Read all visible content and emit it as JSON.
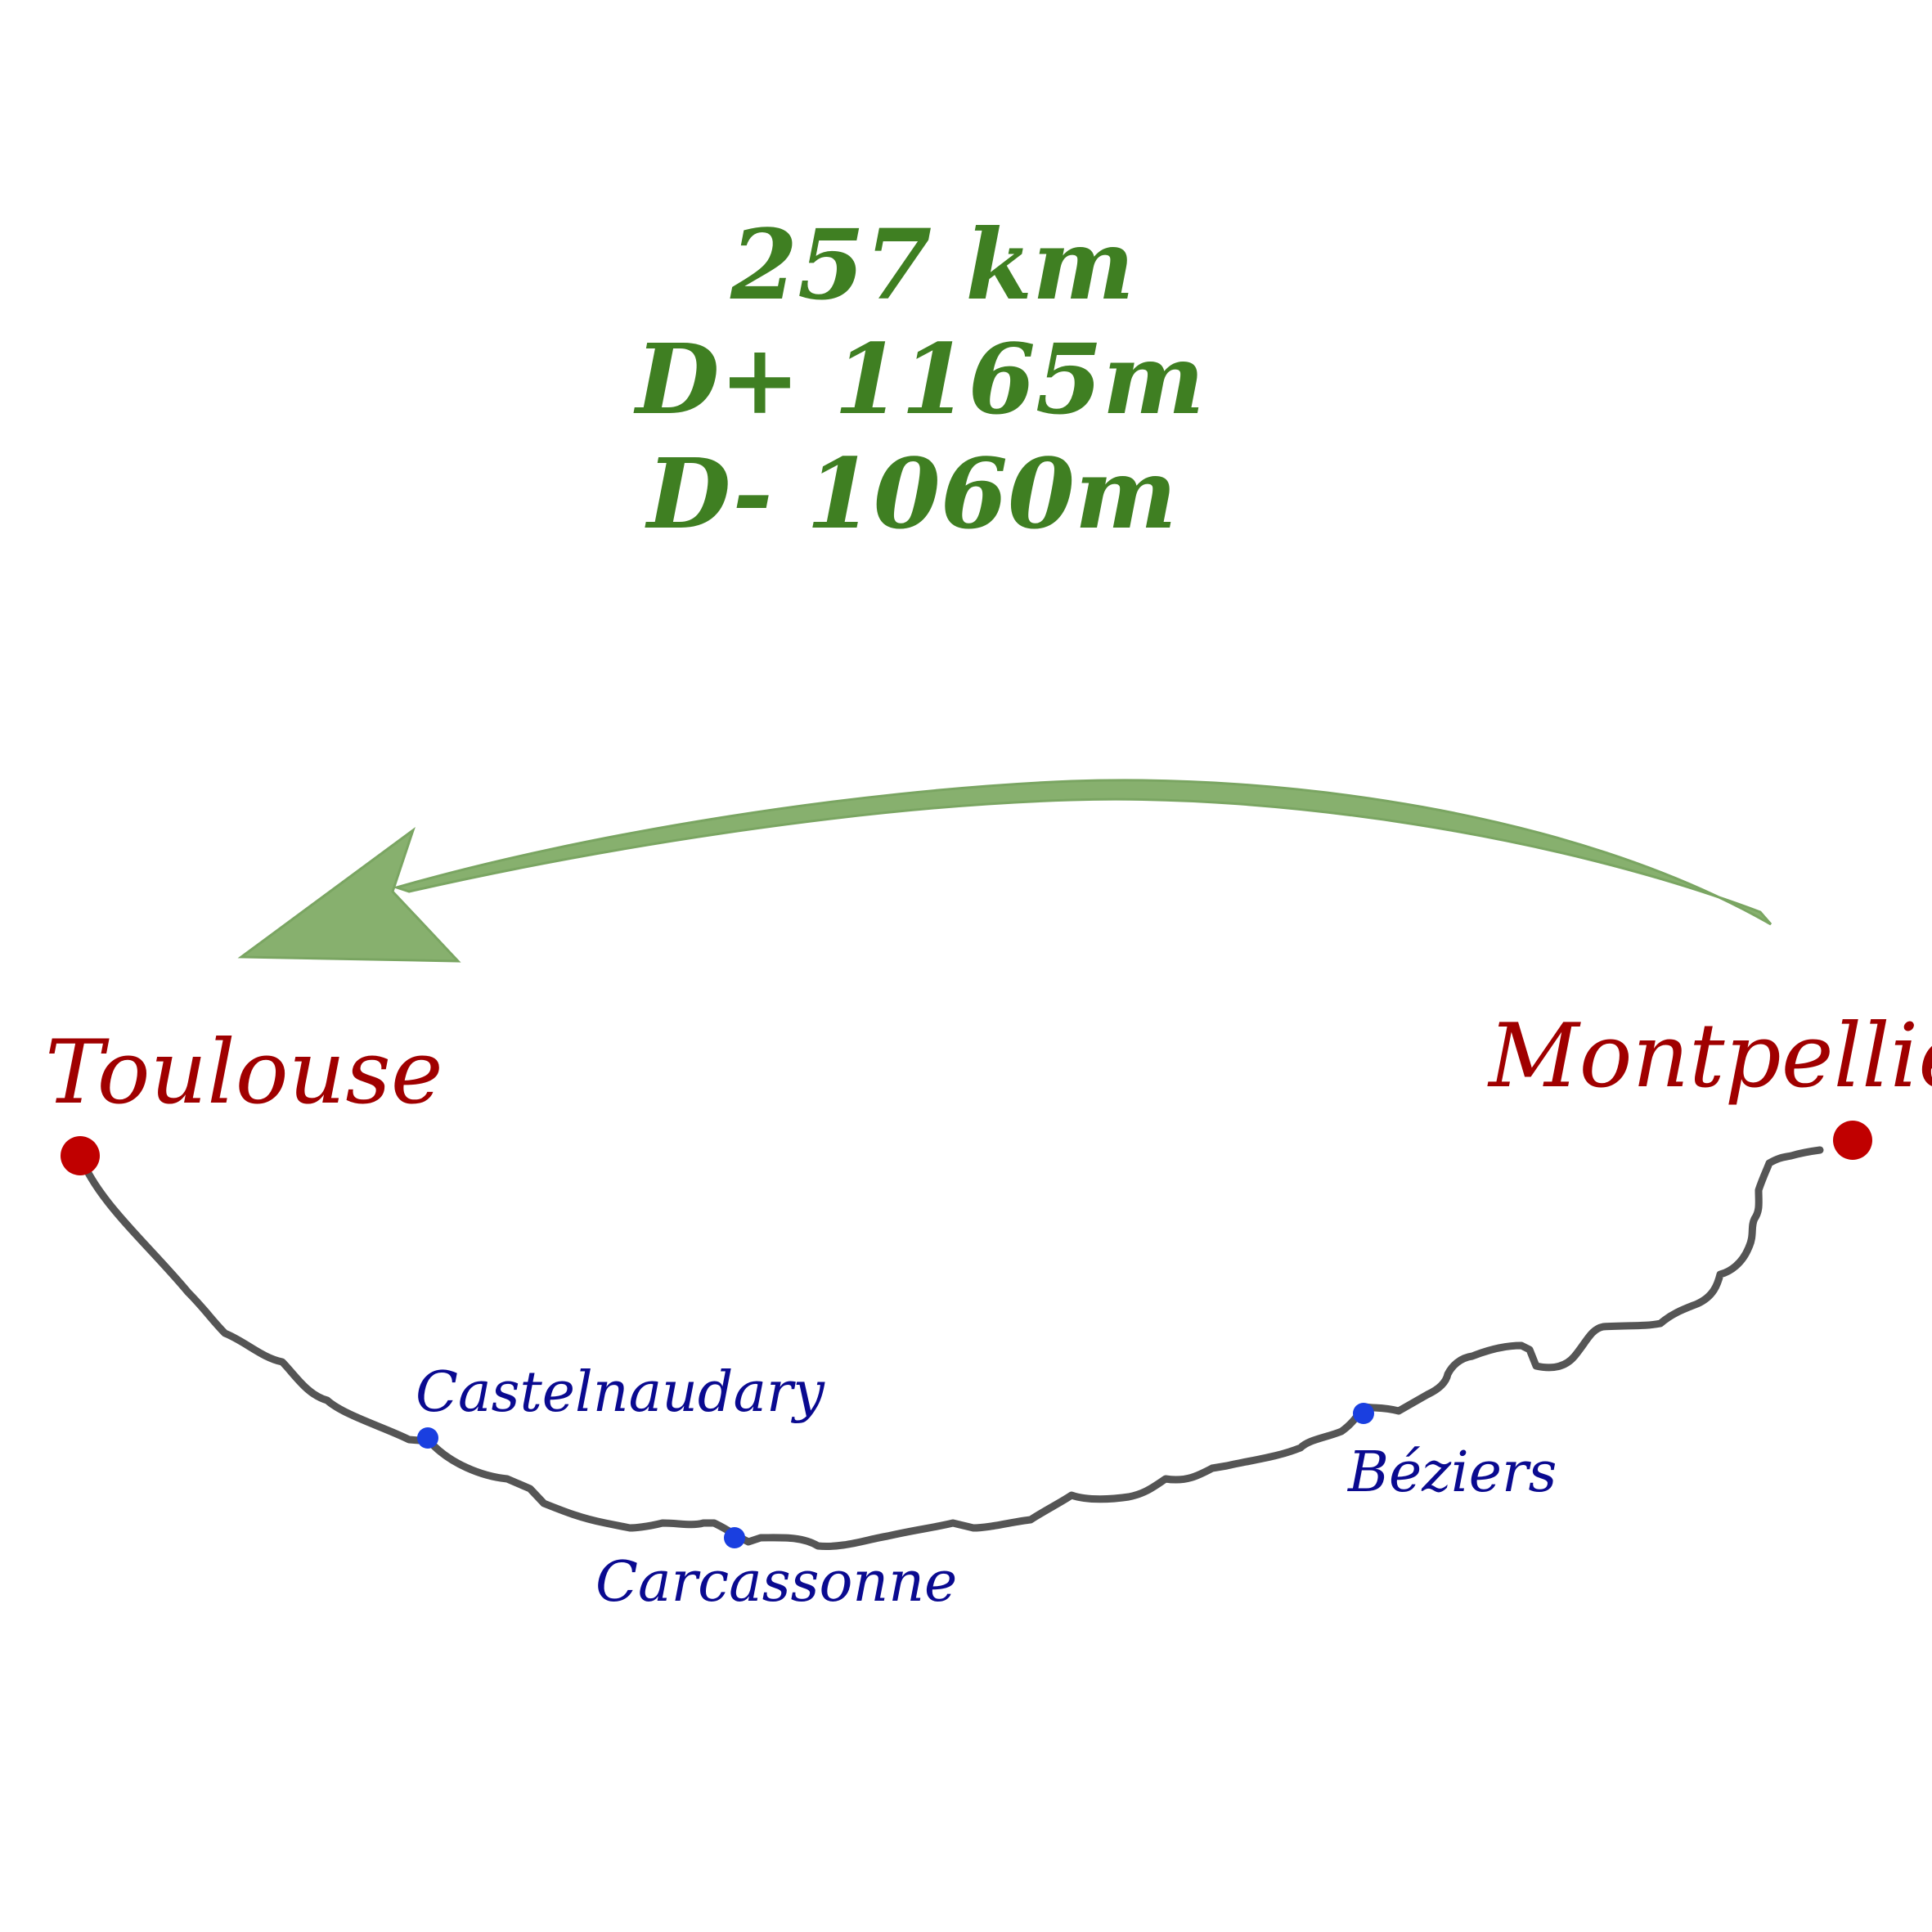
{
  "stats": {
    "distance": "257 km",
    "elevation_gain": "D+ 1165m",
    "elevation_loss": "D- 1060m"
  },
  "cities": {
    "start": {
      "name": "Toulouse"
    },
    "end": {
      "name": "Montpellier"
    }
  },
  "towns": [
    {
      "name": "Castelnaudary"
    },
    {
      "name": "Carcassonne"
    },
    {
      "name": "Béziers"
    }
  ],
  "colors": {
    "stats_text": "#3f7f22",
    "arrow": "#87b06e",
    "city_dot": "#c00000",
    "city_text": "#a00000",
    "town_dot": "#1a3fe0",
    "town_text": "#0a0a90",
    "route": "#555555"
  }
}
